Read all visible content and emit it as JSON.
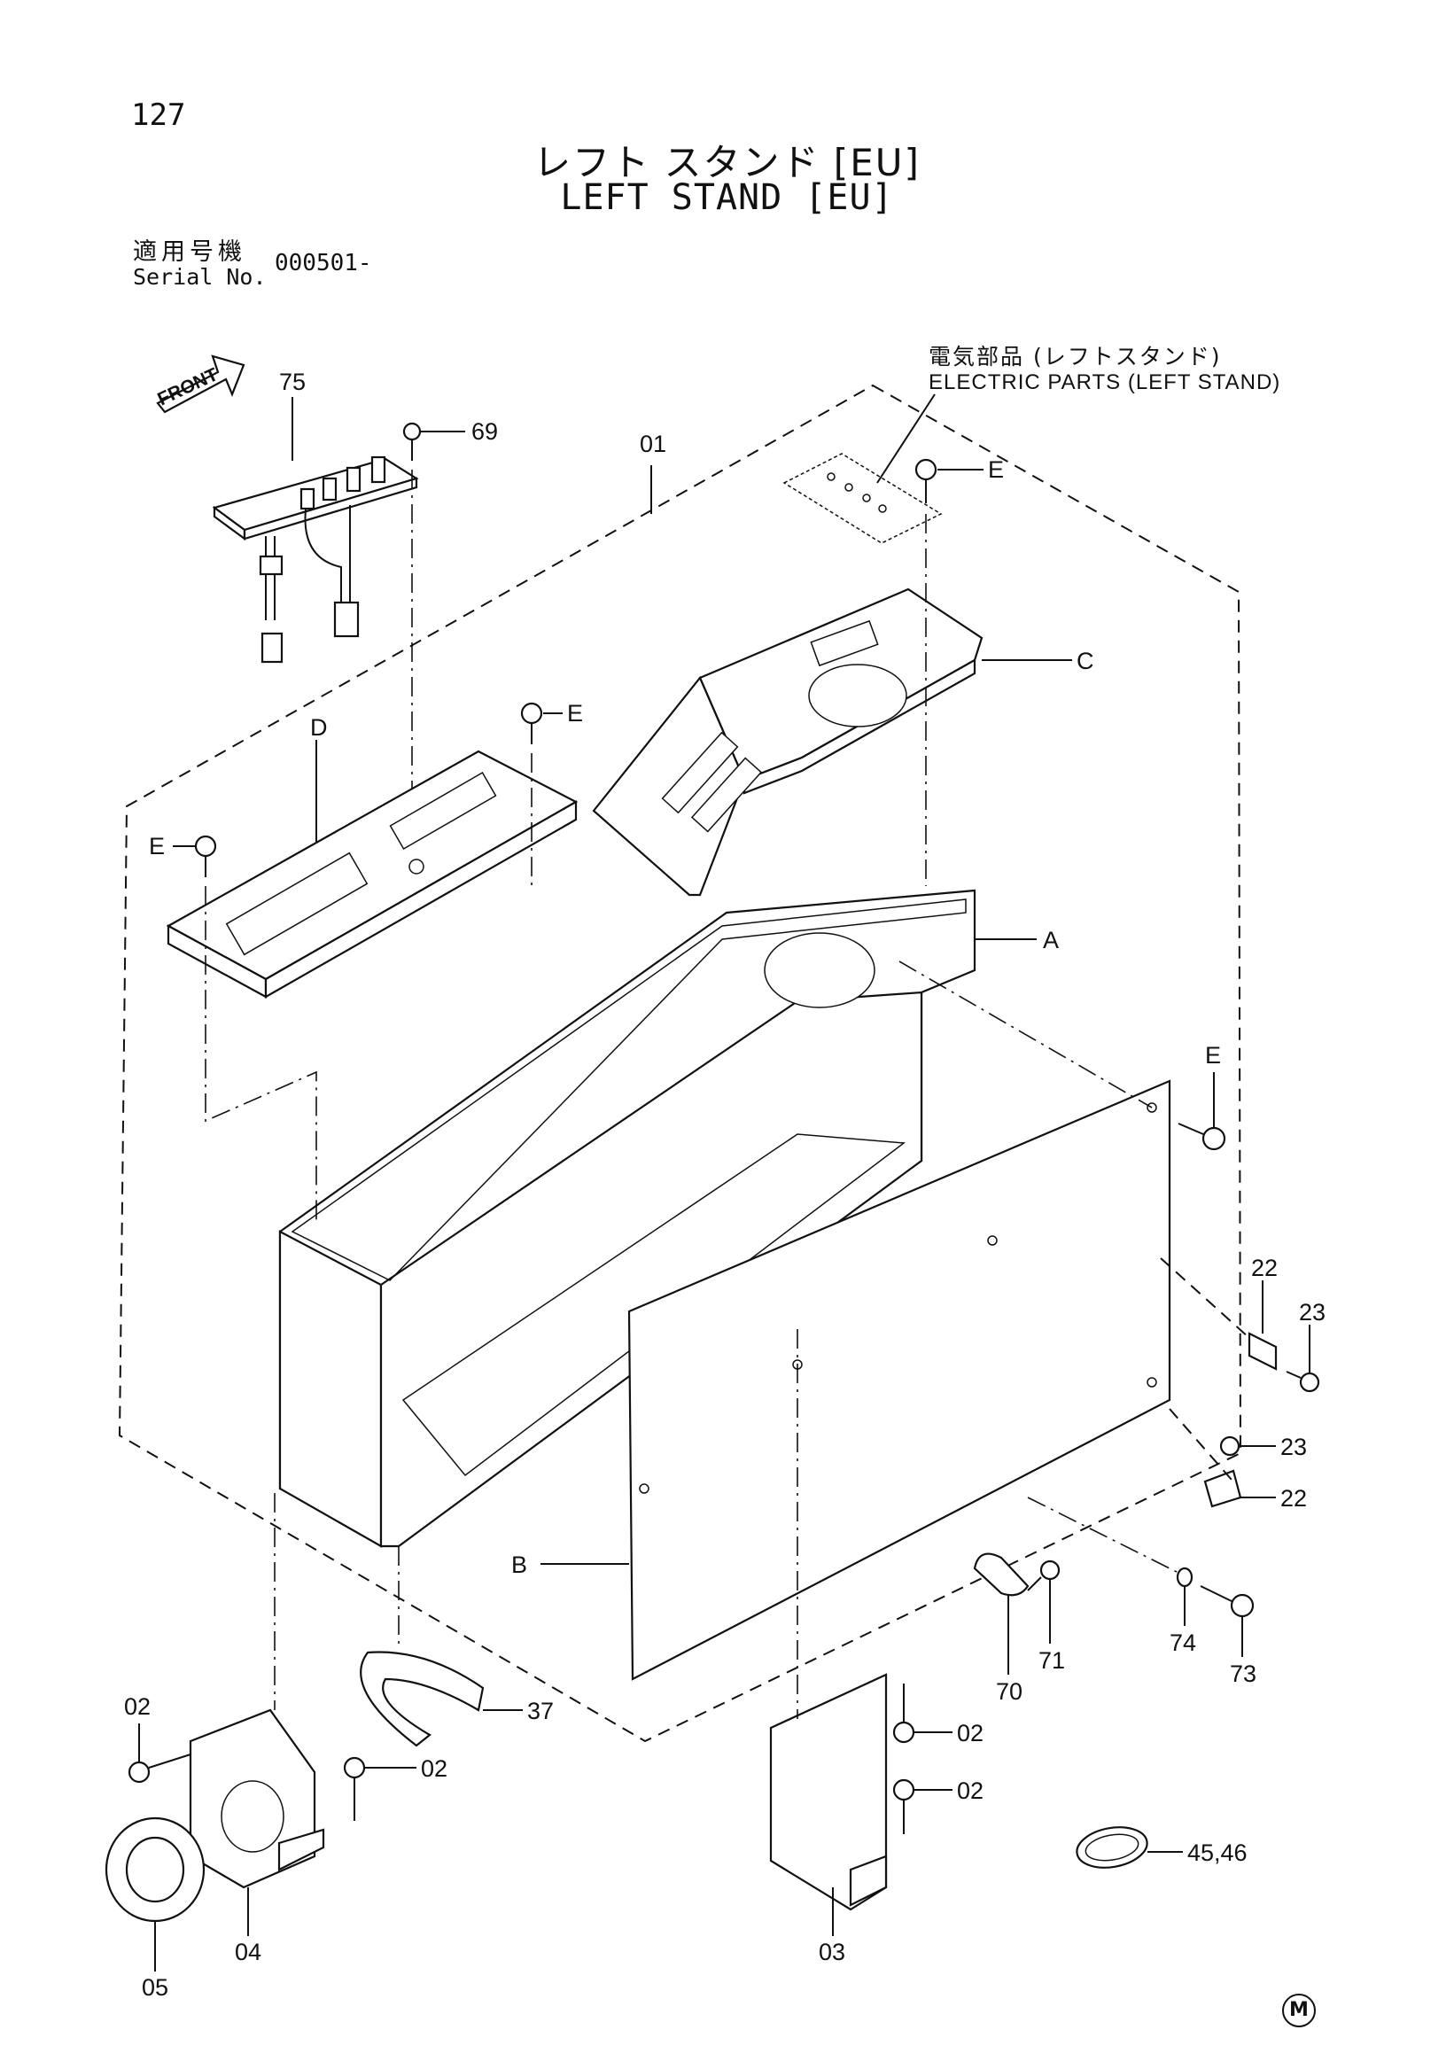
{
  "page": {
    "number": "127",
    "title_jp": "レフト スタンド [EU]",
    "title_en": "LEFT STAND [EU]"
  },
  "serial": {
    "label_jp": "適用号機",
    "label_en": "Serial No.",
    "value": "000501-"
  },
  "front_arrow_label": "FRONT",
  "electric_parts": {
    "label_jp": "電気部品 (レフトスタンド)",
    "label_en": "ELECTRIC PARTS (LEFT STAND)"
  },
  "callouts": {
    "c75": "75",
    "c69": "69",
    "c01": "01",
    "cE_top": "E",
    "cC": "C",
    "cE_mid": "E",
    "cD": "D",
    "cE_left": "E",
    "cA": "A",
    "cE_right": "E",
    "c22a": "22",
    "c23a": "23",
    "c23b": "23",
    "c22b": "22",
    "cB": "B",
    "c74": "74",
    "c73": "73",
    "c70": "70",
    "c71": "71",
    "c37": "37",
    "c02a": "02",
    "c02b": "02",
    "c02c": "02",
    "c02d": "02",
    "c04": "04",
    "c05": "05",
    "c03": "03",
    "c4546": "45,46"
  },
  "marker": "M"
}
